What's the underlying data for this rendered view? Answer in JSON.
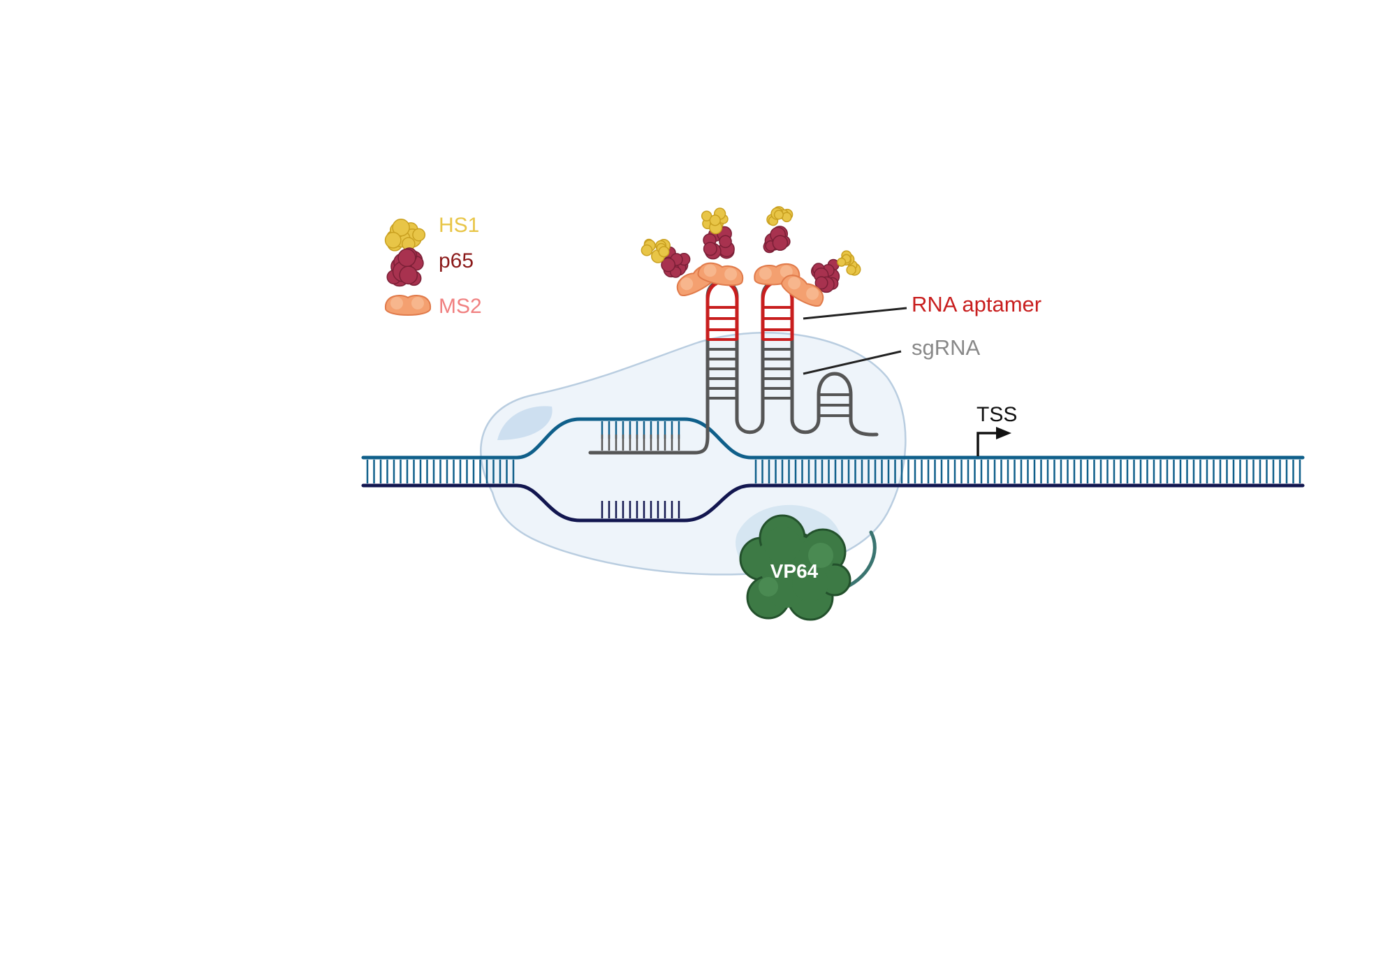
{
  "legend": {
    "hs1": "HS1",
    "p65": "p65",
    "ms2": "MS2"
  },
  "labels": {
    "rna_aptamer": "RNA aptamer",
    "sgrna": "sgRNA",
    "tss": "TSS",
    "vp64": "VP64"
  },
  "colors": {
    "hs1": "#e8c547",
    "p65": "#a8324f",
    "ms2": "#f4a070",
    "dna_top": "#0f5f8a",
    "dna_bottom": "#12164f",
    "sgrna": "#555555",
    "aptamer": "#c81e1e",
    "vp64": "#3d7a45",
    "dcas9": "#eef4fa"
  }
}
